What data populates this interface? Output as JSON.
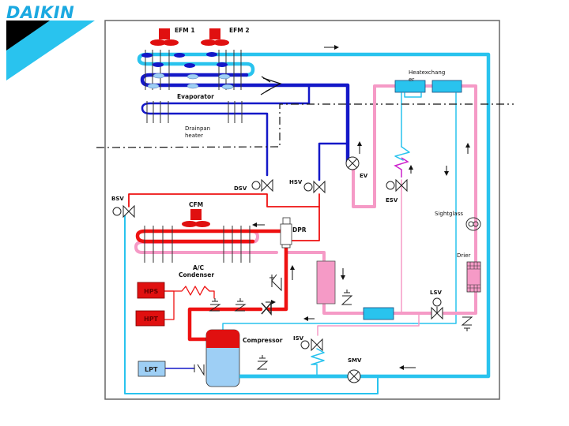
{
  "brand": {
    "name": "DAIKIN",
    "colors": {
      "blue": "#1ba9e1",
      "black": "#000000"
    }
  },
  "colors": {
    "suction_light": "#29c3ee",
    "suction_dark": "#1418c8",
    "discharge": "#ee1111",
    "liquid": "#f59ac6",
    "frame": "#555555",
    "dashdot": "#111111",
    "sensor_red": "#e01010",
    "sensor_blue": "#9ecff5"
  },
  "components": {
    "fans": [
      {
        "id": "EFM1",
        "label": "EFM 1"
      },
      {
        "id": "EFM2",
        "label": "EFM 2"
      },
      {
        "id": "CFM",
        "label": "CFM"
      }
    ],
    "evaporator": {
      "label": "Evaporator"
    },
    "drainpan": {
      "label_line1": "Drainpan",
      "label_line2": "heater"
    },
    "heat_exchanger": {
      "label_line1": "Heatexchang",
      "label_line2": "er"
    },
    "condenser": {
      "label_line1": "A/C",
      "label_line2": "Condenser"
    },
    "compressor": {
      "label": "Compressor"
    },
    "dpr": {
      "label": "DPR"
    },
    "sightglass": {
      "label": "Sightglass"
    },
    "drier": {
      "label": "Drier"
    },
    "sensors": {
      "hps": "HPS",
      "hpt": "HPT",
      "lpt": "LPT"
    },
    "valves": {
      "ev": "EV",
      "esv": "ESV",
      "dsv": "DSV",
      "hsv": "HSV",
      "bsv": "BSV",
      "lsv": "LSV",
      "isv": "ISV",
      "smv": "SMV"
    }
  }
}
